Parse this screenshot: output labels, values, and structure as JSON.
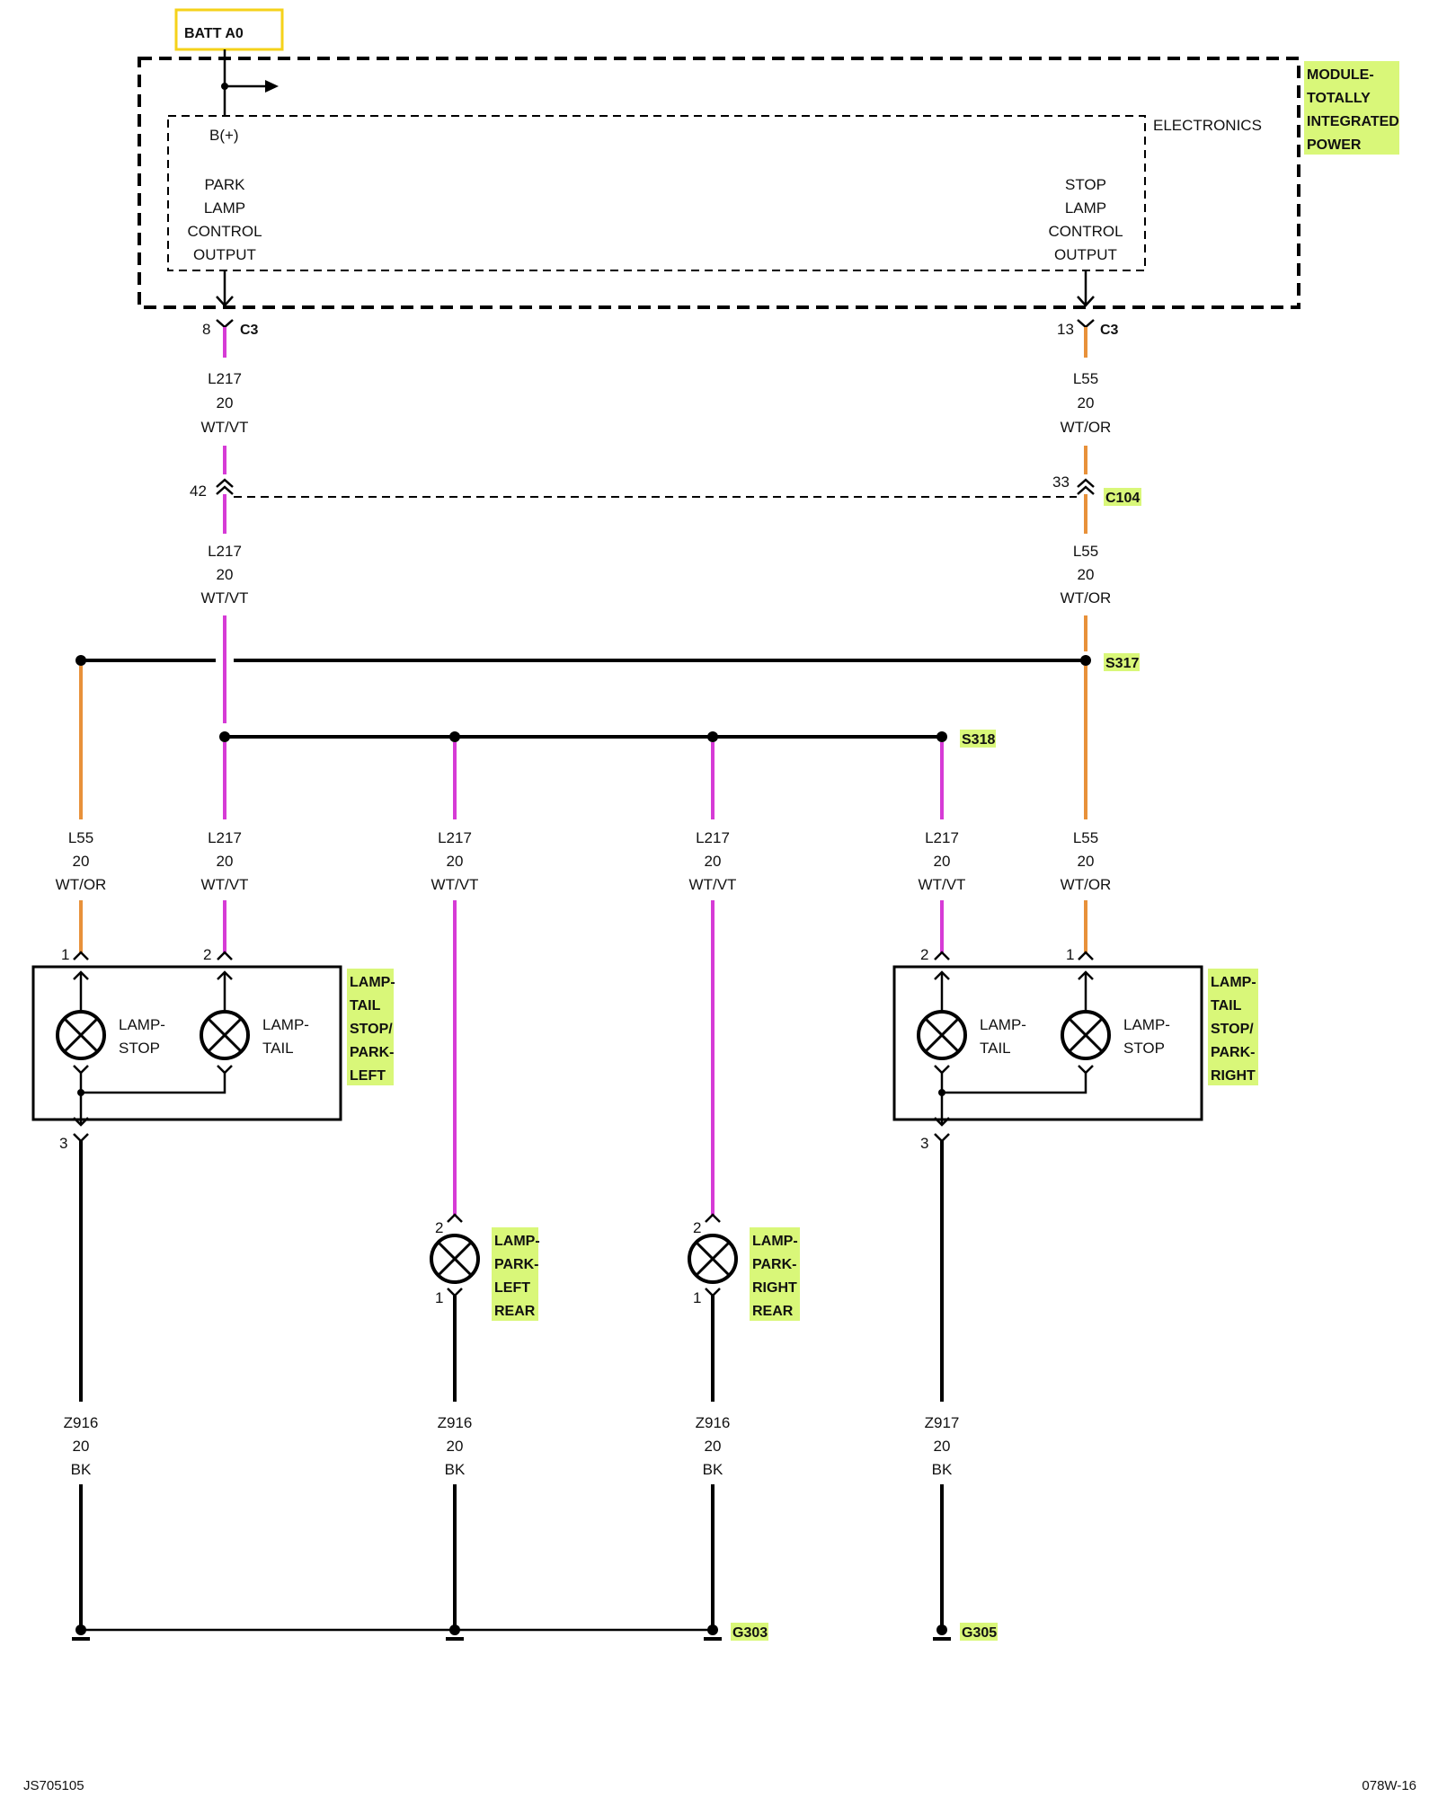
{
  "colors": {
    "highlight": "#d9f779",
    "wt_vt": "#d63bd6",
    "wt_or": "#e8913a",
    "batt_box": "#f5d21a"
  },
  "batt": "BATT A0",
  "module": {
    "lines": [
      "MODULE-",
      "TOTALLY",
      "INTEGRATED",
      "POWER"
    ],
    "electronics": "ELECTRONICS",
    "bplus": "B(+)"
  },
  "park_out": [
    "PARK",
    "LAMP",
    "CONTROL",
    "OUTPUT"
  ],
  "stop_out": [
    "STOP",
    "LAMP",
    "CONTROL",
    "OUTPUT"
  ],
  "conn_c3": {
    "name": "C3",
    "pin_left": "8",
    "pin_right": "13"
  },
  "conn_c104": {
    "name": "C104",
    "pin_left": "42",
    "pin_right": "33"
  },
  "wire_l217": {
    "circuit": "L217",
    "gauge": "20",
    "color": "WT/VT"
  },
  "wire_l55": {
    "circuit": "L55",
    "gauge": "20",
    "color": "WT/OR"
  },
  "splices": {
    "s317": "S317",
    "s318": "S318"
  },
  "lamp_left": {
    "labels": [
      "LAMP-",
      "TAIL",
      "STOP/",
      "PARK-",
      "LEFT"
    ],
    "stop": [
      "LAMP-",
      "STOP"
    ],
    "tail": [
      "LAMP-",
      "TAIL"
    ],
    "pin1": "1",
    "pin2": "2",
    "pin3": "3"
  },
  "lamp_right": {
    "labels": [
      "LAMP-",
      "TAIL",
      "STOP/",
      "PARK-",
      "RIGHT"
    ],
    "tail": [
      "LAMP-",
      "TAIL"
    ],
    "stop": [
      "LAMP-",
      "STOP"
    ],
    "pin1": "1",
    "pin2": "2",
    "pin3": "3"
  },
  "park_left_rear": {
    "labels": [
      "LAMP-",
      "PARK-",
      "LEFT",
      "REAR"
    ],
    "pin2": "2",
    "pin1": "1"
  },
  "park_right_rear": {
    "labels": [
      "LAMP-",
      "PARK-",
      "RIGHT",
      "REAR"
    ],
    "pin2": "2",
    "pin1": "1"
  },
  "ground_wires": [
    {
      "circuit": "Z916",
      "gauge": "20",
      "color": "BK"
    },
    {
      "circuit": "Z916",
      "gauge": "20",
      "color": "BK"
    },
    {
      "circuit": "Z916",
      "gauge": "20",
      "color": "BK"
    },
    {
      "circuit": "Z917",
      "gauge": "20",
      "color": "BK"
    }
  ],
  "grounds": {
    "g303": "G303",
    "g305": "G305"
  },
  "footer": {
    "left": "JS705105",
    "right": "078W-16"
  }
}
